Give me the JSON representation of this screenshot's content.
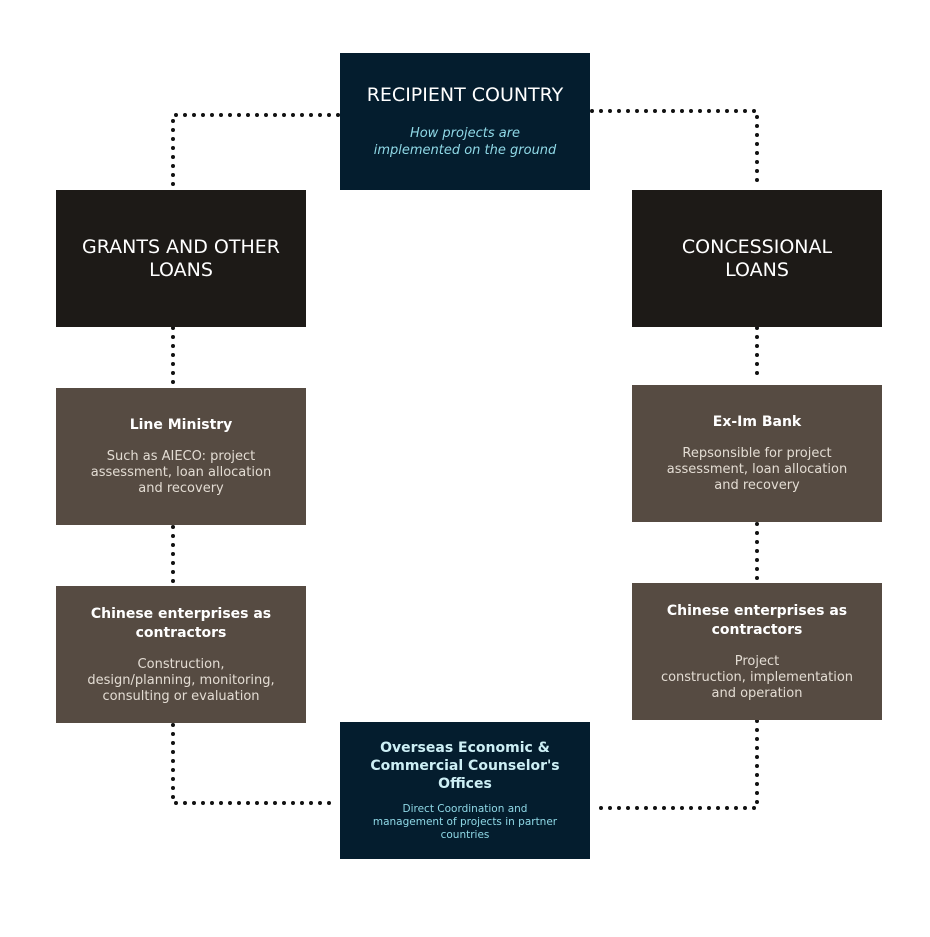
{
  "nodes": {
    "recipient": {
      "title": "RECIPIENT COUNTRY",
      "description": "How projects are\nimplemented on the ground"
    },
    "grants": {
      "title": "GRANTS AND OTHER\nLOANS"
    },
    "concessional": {
      "title": "CONCESSIONAL\nLOANS"
    },
    "line_ministry": {
      "title": "Line Ministry",
      "description": "Such as AIECO: project\nassessment, loan allocation\nand recovery"
    },
    "exim_bank": {
      "title": "Ex-Im Bank",
      "description": "Repsonsible for project\nassessment, loan allocation\nand recovery"
    },
    "enterprises_left": {
      "title": "Chinese enterprises as\ncontractors",
      "description": "Construction,\ndesign/planning, monitoring,\nconsulting or evaluation"
    },
    "enterprises_right": {
      "title": "Chinese enterprises as\ncontractors",
      "description": "Project\nconstruction, implementation\nand operation"
    },
    "overseas_offices": {
      "title": "Overseas Economic &\nCommercial Counselor's\nOffices",
      "description": "Direct Coordination and\nmanagement of projects in partner\ncountries"
    }
  },
  "colors": {
    "navy": "#041d2e",
    "black": "#1d1a17",
    "brown": "#564b42",
    "cyan_text": "#8fd8e6",
    "connector": "#111111"
  }
}
